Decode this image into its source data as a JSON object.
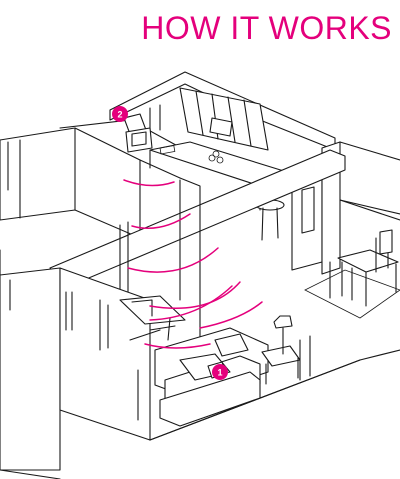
{
  "header": {
    "title": "HOW IT WORKS"
  },
  "markers": [
    {
      "label": "1"
    },
    {
      "label": "2"
    }
  ],
  "colors": {
    "accent": "#e4007c",
    "line": "#1a1a1a",
    "background": "#ffffff"
  }
}
